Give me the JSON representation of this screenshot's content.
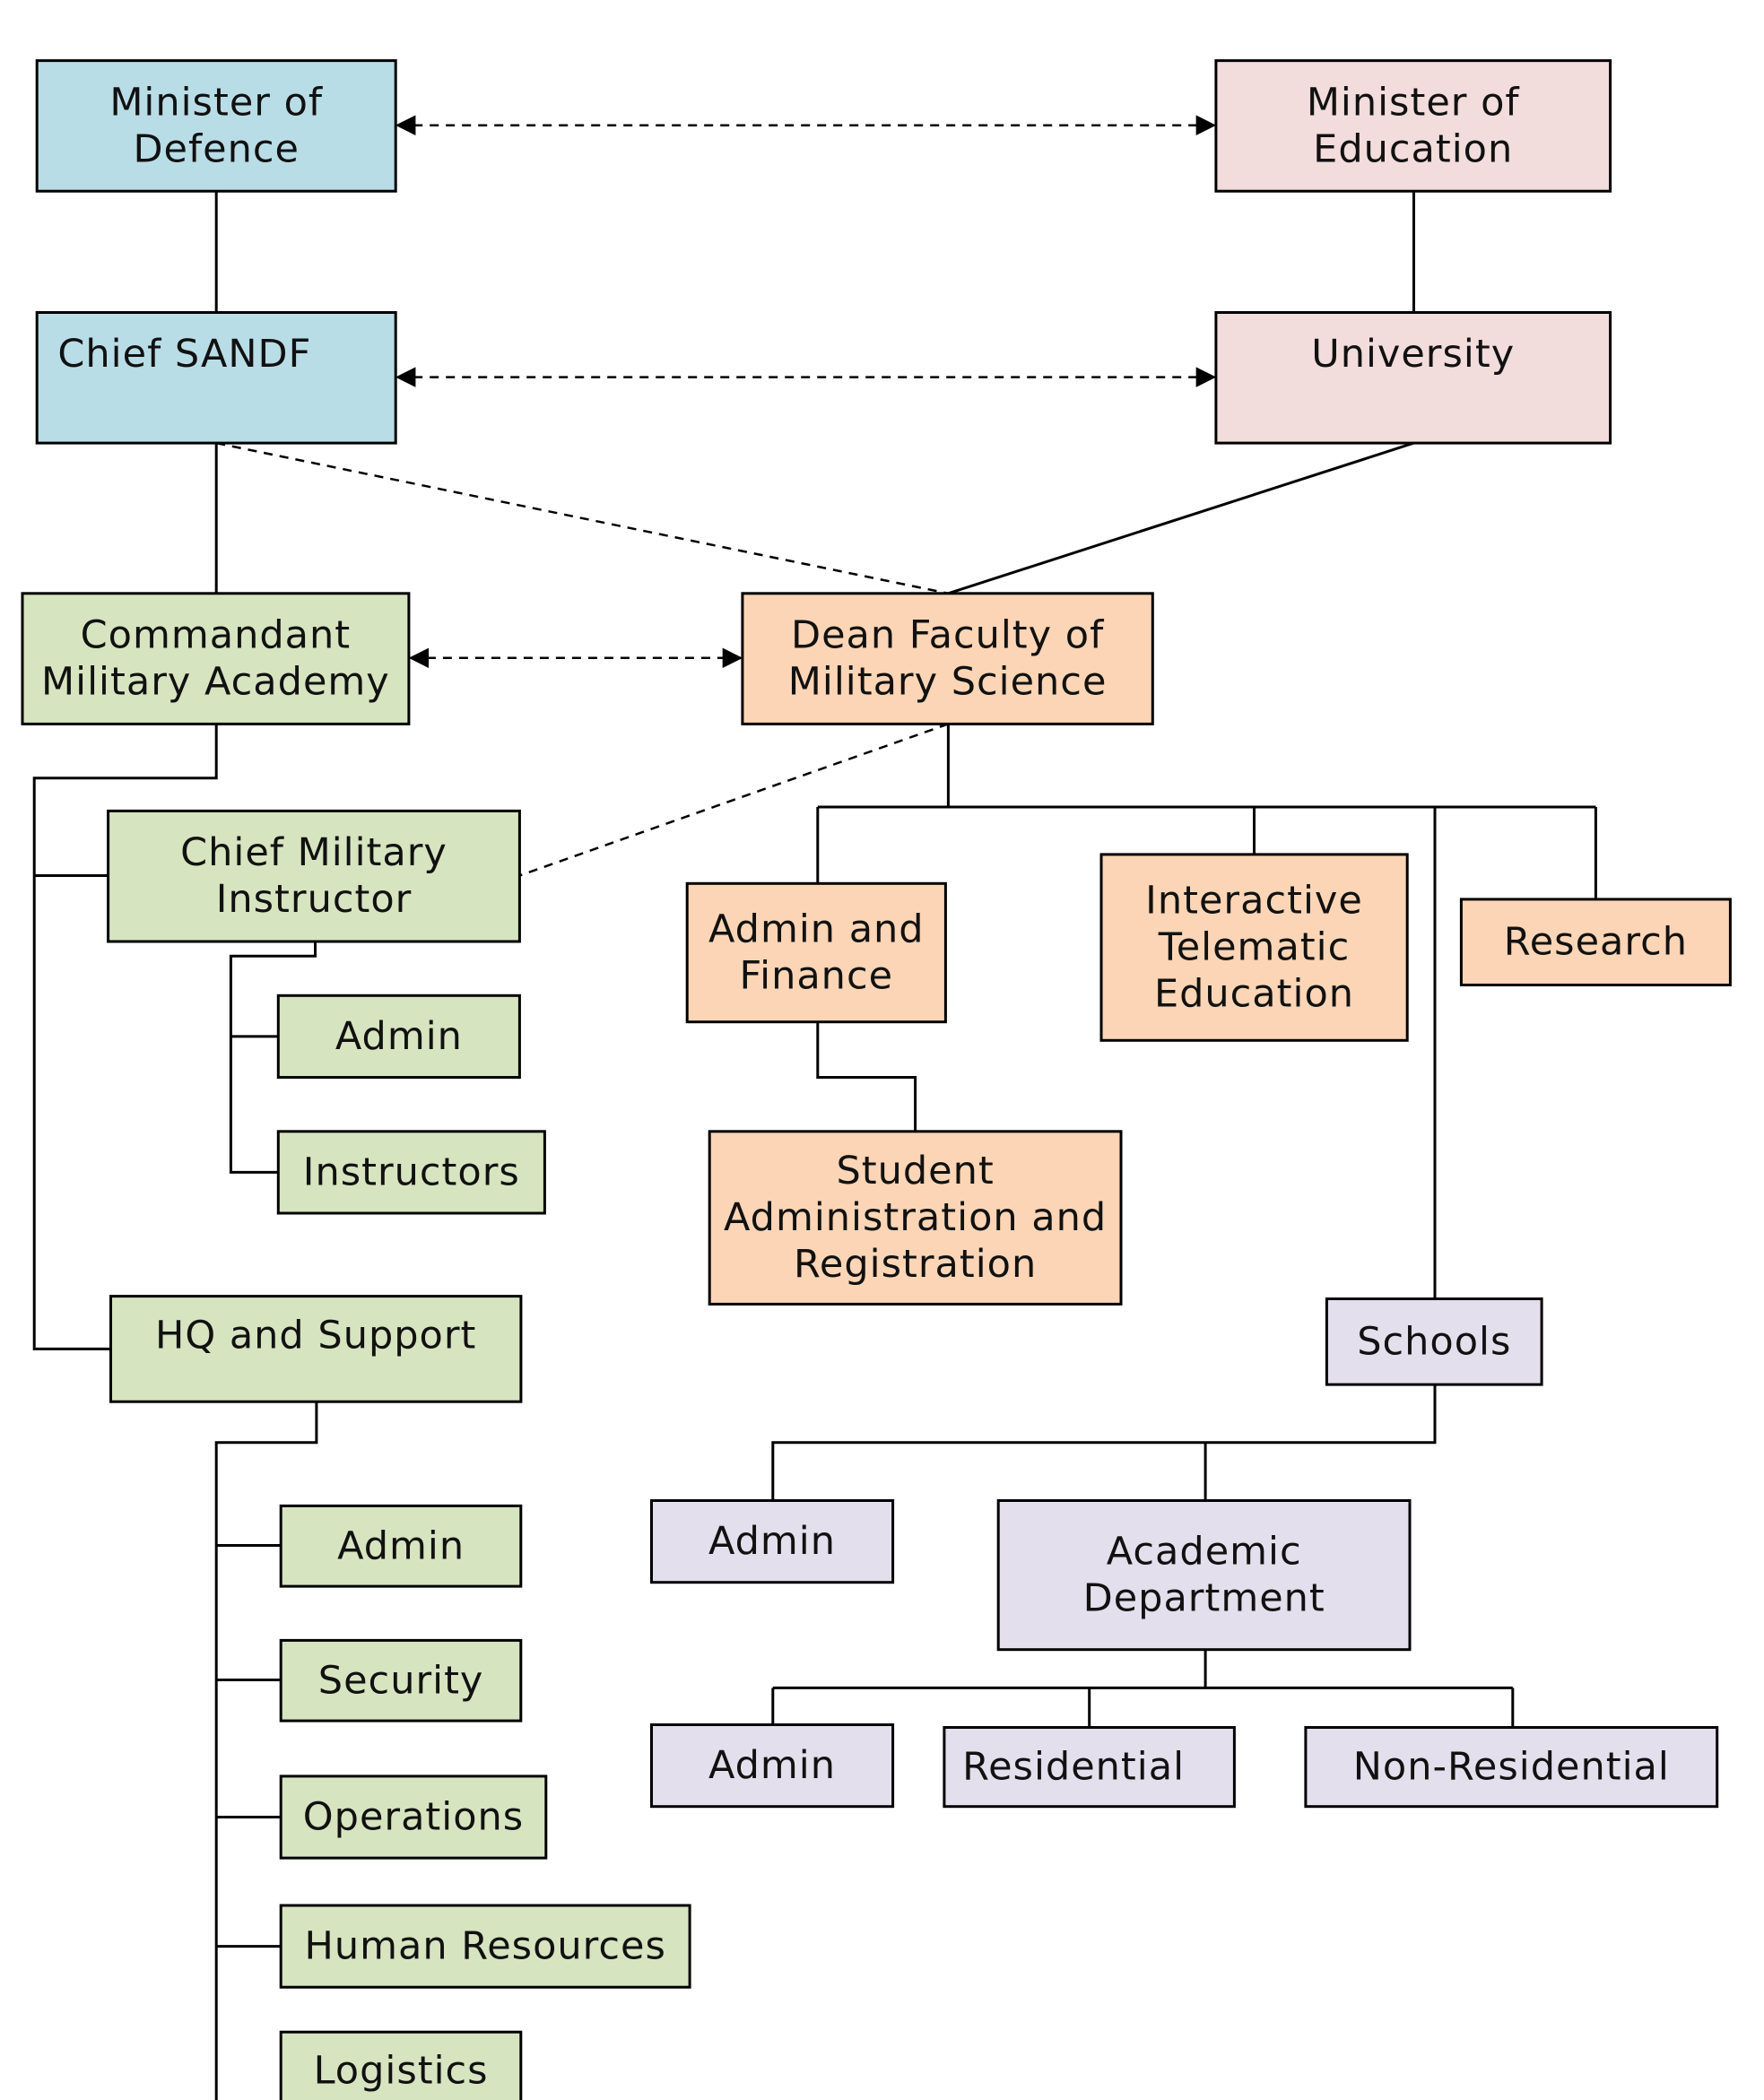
{
  "colors": {
    "defence": "#b9dde6",
    "education": "#f2dcdc",
    "academy": "#d7e4c0",
    "faculty": "#fbd5b5",
    "schools": "#e4dfec",
    "line": "#000000"
  },
  "nodes": {
    "minister_defence": "Minister of\nDefence",
    "minister_education": "Minister of\nEducation",
    "chief_sandf": "Chief SANDF",
    "university": "University",
    "commandant": "Commandant\nMilitary Academy",
    "dean": "Dean Faculty of\nMilitary Science",
    "chief_instructor": "Chief Military\nInstructor",
    "cmi_admin": "Admin",
    "instructors": "Instructors",
    "hq_support": "HQ and Support",
    "hq_admin": "Admin",
    "security": "Security",
    "operations": "Operations",
    "human_resources": "Human Resources",
    "logistics": "Logistics",
    "admin_finance": "Admin and\nFinance",
    "student_admin": "Student\nAdministration and\nRegistration",
    "ite": "Interactive\nTelematic\nEducation",
    "research": "Research",
    "schools": "Schools",
    "schools_admin": "Admin",
    "academic_department": "Academic\nDepartment",
    "academic_admin": "Admin",
    "residential": "Residential",
    "non_residential": "Non-Residential"
  }
}
